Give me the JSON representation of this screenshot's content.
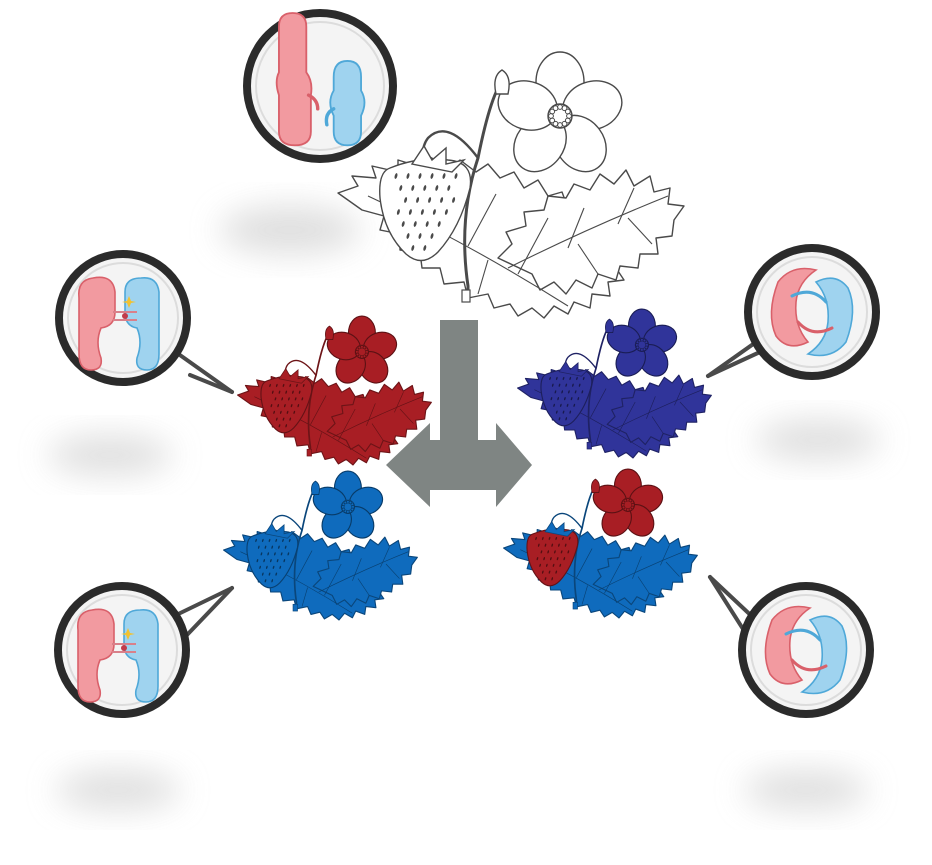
{
  "colors": {
    "background": "#ffffff",
    "outline": "#4a4a4a",
    "arrow": "#7f8583",
    "lens_ring": "#2b2b2b",
    "lens_fill": "#f4f4f4",
    "shadow": "#d9d9d9",
    "protein_red": "#f29aa0",
    "protein_red_dark": "#d9606a",
    "protein_blue": "#9fd3ef",
    "protein_blue_dark": "#4fa8d8",
    "plant_red": "#a81e24",
    "plant_navy": "#30349a",
    "plant_blue": "#0f6bbd"
  },
  "plants": [
    {
      "id": "parent",
      "leaf": "#ffffff",
      "fruit": "#ffffff",
      "flower": "#ffffff",
      "lineart": true
    },
    {
      "id": "red",
      "leaf": "#a81e24",
      "fruit": "#a81e24",
      "flower": "#a81e24",
      "lineart": false
    },
    {
      "id": "navy",
      "leaf": "#30349a",
      "fruit": "#30349a",
      "flower": "#30349a",
      "lineart": false
    },
    {
      "id": "blue",
      "leaf": "#0f6bbd",
      "fruit": "#0f6bbd",
      "flower": "#0f6bbd",
      "lineart": false
    },
    {
      "id": "mixed",
      "leaf": "#0f6bbd",
      "fruit": "#a81e24",
      "flower": "#a81e24",
      "lineart": false
    }
  ],
  "lenses": [
    {
      "id": "parent-proteins",
      "state": "separate"
    },
    {
      "id": "red-proteins",
      "state": "interacting"
    },
    {
      "id": "navy-proteins",
      "state": "intertwined"
    },
    {
      "id": "blue-proteins",
      "state": "interacting"
    },
    {
      "id": "mixed-proteins",
      "state": "intertwined"
    }
  ],
  "icons": {
    "arrow": "split-arrow-icon",
    "plant": "strawberry-plant-icon",
    "lens": "magnifier-icon"
  }
}
